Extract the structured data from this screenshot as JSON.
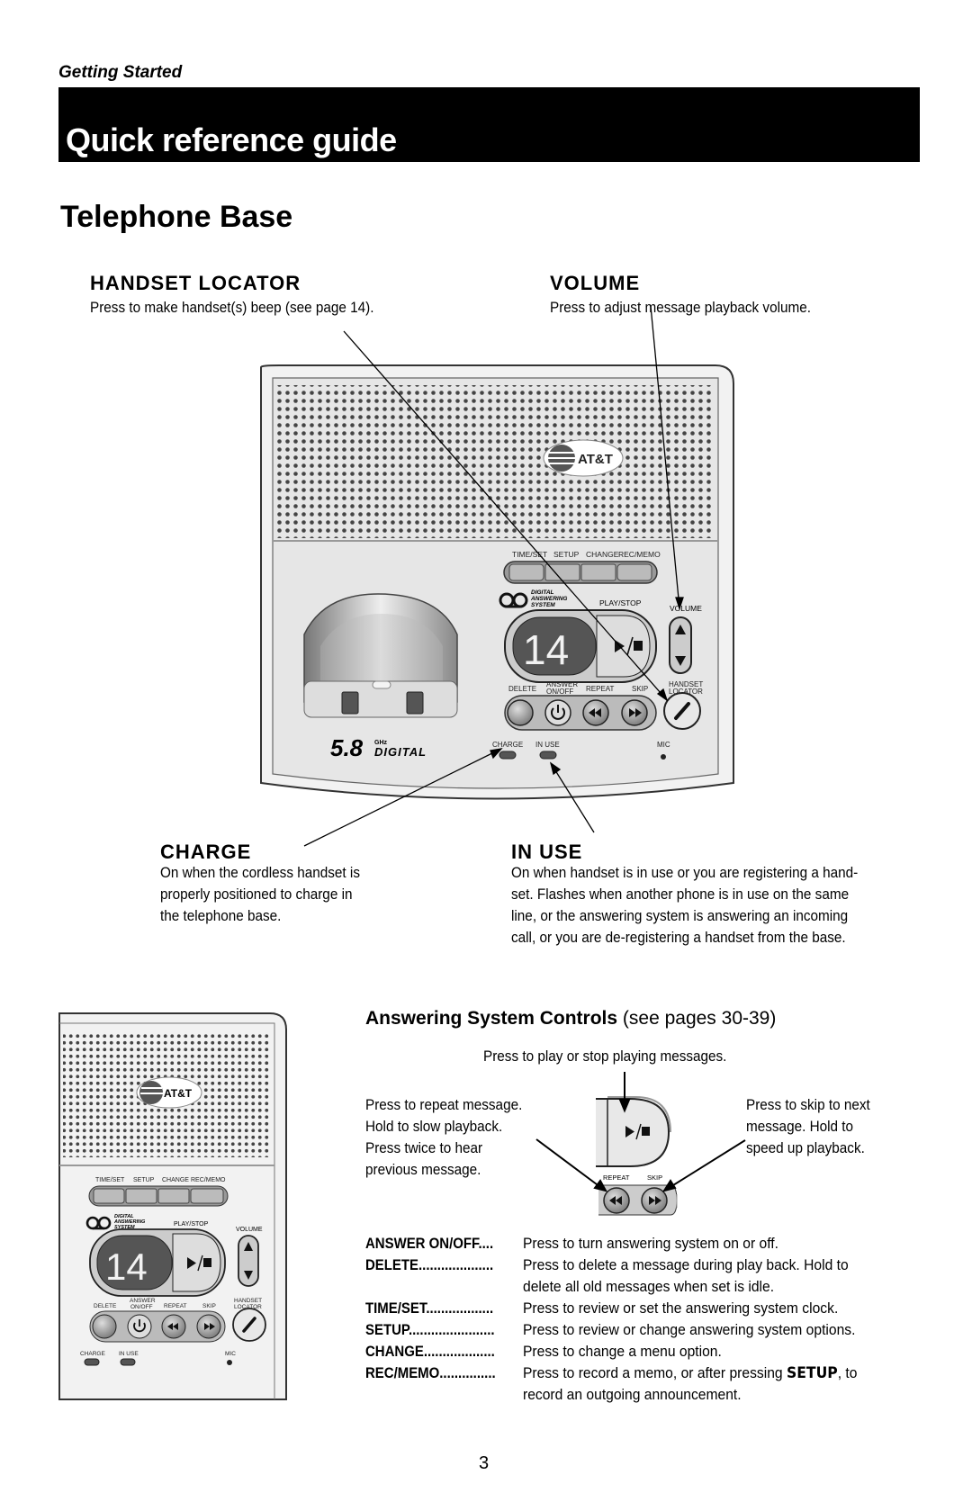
{
  "header": {
    "section_label": "Getting Started",
    "title": "Quick reference guide"
  },
  "page_heading": "Telephone Base",
  "callouts": {
    "handset_locator": {
      "title": "HANDSET LOCATOR",
      "body": "Press to make handset(s) beep (see page 14)."
    },
    "volume": {
      "title": "VOLUME",
      "body": "Press to adjust message playback volume."
    },
    "charge": {
      "title": "CHARGE",
      "lines": [
        "On when the cordless handset is",
        "properly positioned to charge in",
        "the telephone base."
      ]
    },
    "in_use": {
      "title": "IN USE",
      "lines": [
        "On when handset is in use or you are registering a hand-",
        "set. Flashes when another phone is in use on the same",
        "line, or the answering system is answering an incoming",
        "call, or you are de-registering a handset from the base."
      ]
    }
  },
  "base_panel": {
    "logo": "AT&T",
    "top_buttons": [
      "TIME/SET",
      "SETUP",
      "CHANGE",
      "REC/MEMO"
    ],
    "das_label": [
      "DIGITAL",
      "ANSWERING",
      "SYSTEM"
    ],
    "play_stop": "PLAY/STOP",
    "display_value": "14",
    "volume_label": "VOLUME",
    "bottom_labels": [
      "DELETE",
      "ANSWER ON/OFF",
      "REPEAT",
      "SKIP",
      "HANDSET LOCATOR"
    ],
    "indicators": [
      "CHARGE",
      "IN USE",
      "MIC"
    ],
    "brand_freq": "5.8",
    "brand_unit": "GHz",
    "brand_word": "DIGITAL"
  },
  "answering": {
    "heading_bold": "Answering System Controls",
    "heading_rest": "(see pages 30-39)",
    "play_note": "Press to play or stop playing messages.",
    "repeat_note": [
      "Press to repeat message.",
      "Hold to slow playback.",
      "Press twice to hear",
      "previous message."
    ],
    "skip_note": [
      "Press to skip to next",
      "message. Hold to",
      "speed up playback."
    ],
    "detail_labels": [
      "REPEAT",
      "SKIP"
    ],
    "controls": [
      {
        "term": "ANSWER ON/OFF",
        "dots": "....",
        "desc": [
          "Press to turn answering system on or off."
        ]
      },
      {
        "term": "DELETE",
        "dots": "....................",
        "desc": [
          "Press to delete a message during play back. Hold to",
          "delete all old messages when set is idle."
        ]
      },
      {
        "term": "TIME/SET",
        "dots": "..................",
        "desc": [
          "Press to review or set the answering system clock."
        ]
      },
      {
        "term": "SETUP",
        "dots": ".......................",
        "desc": [
          "Press to review or change answering system options."
        ]
      },
      {
        "term": "CHANGE",
        "dots": "...................",
        "desc": [
          "Press to change a menu option."
        ]
      },
      {
        "term": "REC/MEMO",
        "dots": "...............",
        "desc": [
          "Press to record a memo, or after pressing",
          "SETUP",
          ", to",
          "record an outgoing announcement."
        ]
      }
    ]
  },
  "page_number": "3"
}
